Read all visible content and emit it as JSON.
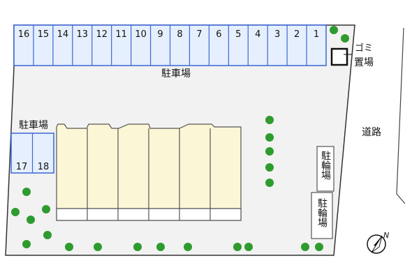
{
  "top_parking": {
    "label": "駐車場",
    "spaces": [
      "16",
      "15",
      "14",
      "13",
      "12",
      "11",
      "10",
      "9",
      "8",
      "7",
      "6",
      "5",
      "4",
      "3",
      "2",
      "1"
    ]
  },
  "left_parking": {
    "label": "駐車場",
    "spaces": [
      "17",
      "18"
    ]
  },
  "garbage": {
    "line1": "ゴミ",
    "line2": "置場"
  },
  "road": {
    "label": "道路"
  },
  "bike_parking": [
    {
      "label": "駐輪場"
    },
    {
      "label": "駐輪場"
    }
  ],
  "compass": {
    "label": "N"
  },
  "colors": {
    "parking_fill": "#e6effd",
    "parking_stroke": "#3a66d8",
    "building_fill": "#fbf7d6",
    "tree": "#2e9b2e",
    "lot_fill": "#f2f2f2"
  }
}
